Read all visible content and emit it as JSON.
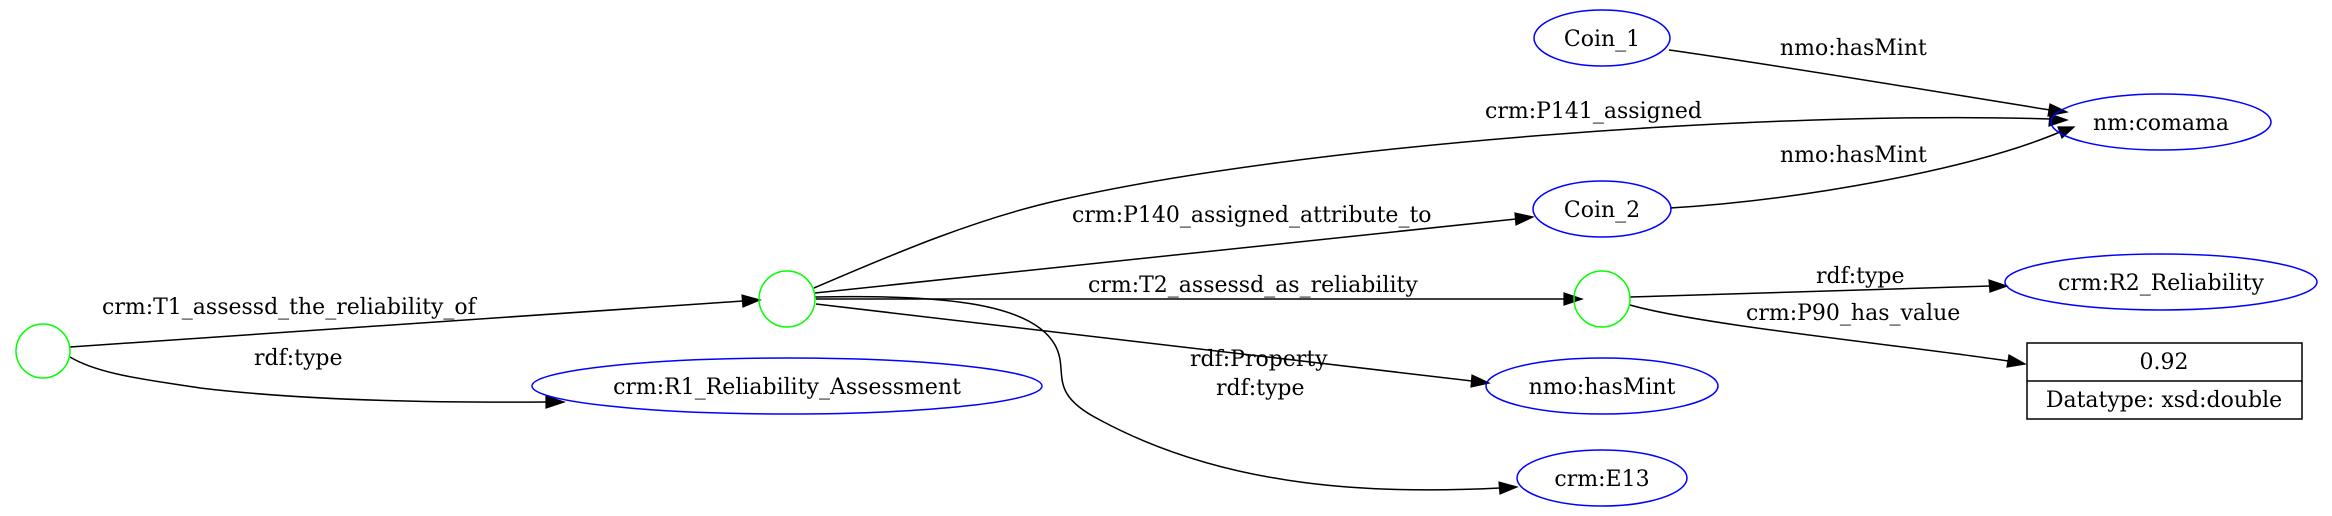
{
  "colors": {
    "blank_node": "#00ff00",
    "uri_node": "#0000ff",
    "literal_node": "#000000",
    "edge": "#000000"
  },
  "nodes": {
    "coin_1": "Coin_1",
    "nm_comama": "nm:comama",
    "coin_2": "Coin_2",
    "crm_r2": "crm:R2_Reliability",
    "literal_value": "0.92",
    "literal_datatype": "Datatype: xsd:double",
    "crm_r1": "crm:R1_Reliability_Assessment",
    "nmo_hasmint": "nmo:hasMint",
    "crm_e13": "crm:E13"
  },
  "edges": {
    "coin1_hasmint": "nmo:hasMint",
    "p141_assigned": "crm:P141_assigned",
    "coin2_hasmint": "nmo:hasMint",
    "p140_assigned": "crm:P140_assigned_attribute_to",
    "t1_assessd": "crm:T1_assessd_the_reliability_of",
    "t2_assessd": "crm:T2_assessd_as_reliability",
    "b3_type": "rdf:type",
    "p90_has_value": "crm:P90_has_value",
    "b1_type": "rdf:type",
    "rdf_property": "rdf:Property",
    "b2_type": "rdf:type"
  }
}
